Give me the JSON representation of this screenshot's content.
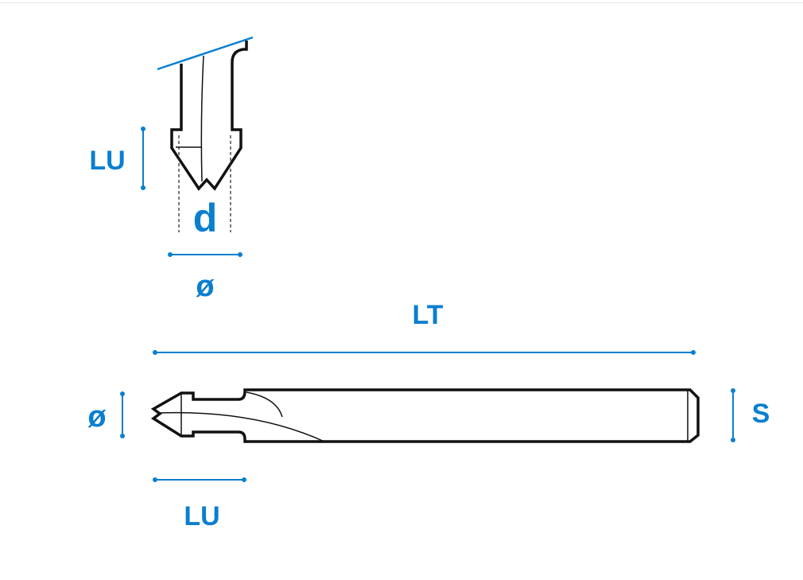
{
  "labels": {
    "top_view": {
      "usable_length": "LU",
      "tip_diameter": "d",
      "diameter": "ø"
    },
    "side_view": {
      "total_length": "LT",
      "diameter": "ø",
      "shank": "S",
      "usable_length": "LU"
    }
  },
  "colors": {
    "dimension": "#0a7fcf",
    "outline": "#111111"
  }
}
